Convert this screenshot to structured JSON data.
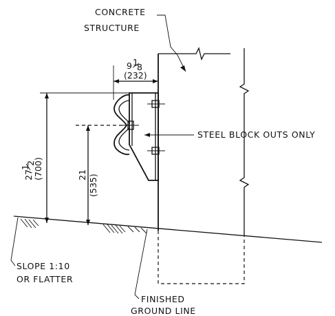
{
  "labels": {
    "concrete_line1": "CONCRETE",
    "concrete_line2": "STRUCTURE",
    "steel_blockouts": "STEEL BLOCK OUTS ONLY",
    "slope_line1": "SLOPE 1:10",
    "slope_line2": "OR FLATTER",
    "ground_line1": "FINISHED",
    "ground_line2": "GROUND LINE"
  },
  "dimensions": {
    "blockout_width_whole": "9",
    "blockout_width_num": "1",
    "blockout_width_den": "8",
    "blockout_width_mm": "(232)",
    "rail_height_whole": "27",
    "rail_height_num": "1",
    "rail_height_den": "2",
    "rail_height_mm": "(700)",
    "center_height": "21",
    "center_height_mm": "(535)"
  }
}
